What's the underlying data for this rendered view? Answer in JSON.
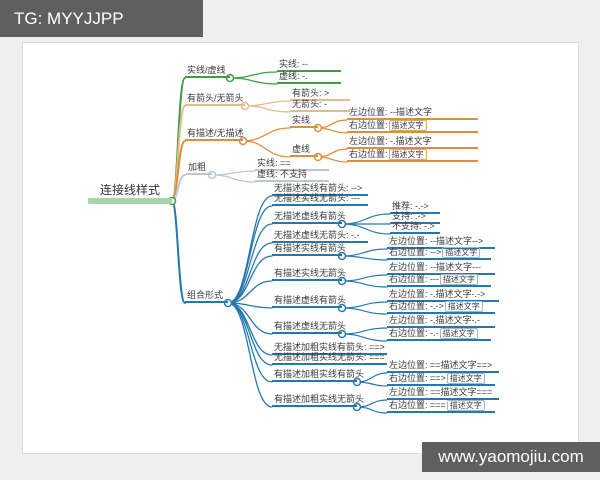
{
  "watermarks": {
    "top": "TG: MYYJJPP",
    "bottom": "www.yaomojiu.com"
  },
  "colors": {
    "green": "#3f9e46",
    "pale_orange": "#e4bb8b",
    "orange": "#dd8e3d",
    "pale_blue": "#b7c9d6",
    "blue": "#2578af",
    "root_bar": "#a5d6a7",
    "watermark_bg": "#5f5f5f"
  },
  "root": {
    "label": "连接线样式"
  },
  "solid_dashed": {
    "label": "实线/虚线",
    "solid": "实线: --",
    "dashed": "虚线: -."
  },
  "arrow": {
    "label": "有箭头/无箭头",
    "with_arrow": "有箭头: >",
    "without_arrow": "无箭头: -"
  },
  "desc": {
    "label": "有描述/无描述",
    "solid": {
      "label": "实线",
      "left": "左边位置: --描述文字",
      "right": "右边位置:",
      "right_box": "描述文字"
    },
    "dashed": {
      "label": "虚线",
      "left": "左边位置: -.描述文字",
      "right": "右边位置:",
      "right_box": "描述文字"
    }
  },
  "bold": {
    "label": "加粗",
    "solid": "实线: ==",
    "dashed": "虚线: 不支持"
  },
  "combo": {
    "label": "组合形式",
    "r1": "无描述实线有箭头: -->",
    "r2": "无描述实线无箭头: ---",
    "r3": {
      "label": "无描述虚线有箭头",
      "c1": "推荐: -.->",
      "c2": "支持: .->",
      "c3": "不支持: -.>"
    },
    "r4": "无描述虚线无箭头: -.-",
    "r5": {
      "label": "有描述实线有箭头",
      "left": "左边位置: --描述文字-->",
      "right": "右边位置: -->",
      "right_box": "描述文字"
    },
    "r6": {
      "label": "有描述实线无箭头",
      "left": "左边位置: --描述文字---",
      "right": "右边位置: ---",
      "right_box": "描述文字"
    },
    "r7": {
      "label": "有描述虚线有箭头",
      "left": "左边位置: -.描述文字-.->",
      "right": "右边位置: -.->",
      "right_box": "描述文字"
    },
    "r8": {
      "label": "有描述虚线无箭头",
      "left": "左边位置: -.描述文字-.-",
      "right": "右边位置: -.-",
      "right_box": "描述文字"
    },
    "r9": "无描述加粗实线有箭头: ==>",
    "r10": "无描述加粗实线无箭头: ===",
    "r11": {
      "label": "有描述加粗实线有箭头",
      "left": "左边位置: ==描述文字==>",
      "right": "右边位置: ==>",
      "right_box": "描述文字"
    },
    "r12": {
      "label": "有描述加粗实线无箭头",
      "left": "左边位置: ==描述文字===",
      "right": "右边位置: ===",
      "right_box": "描述文字"
    }
  }
}
